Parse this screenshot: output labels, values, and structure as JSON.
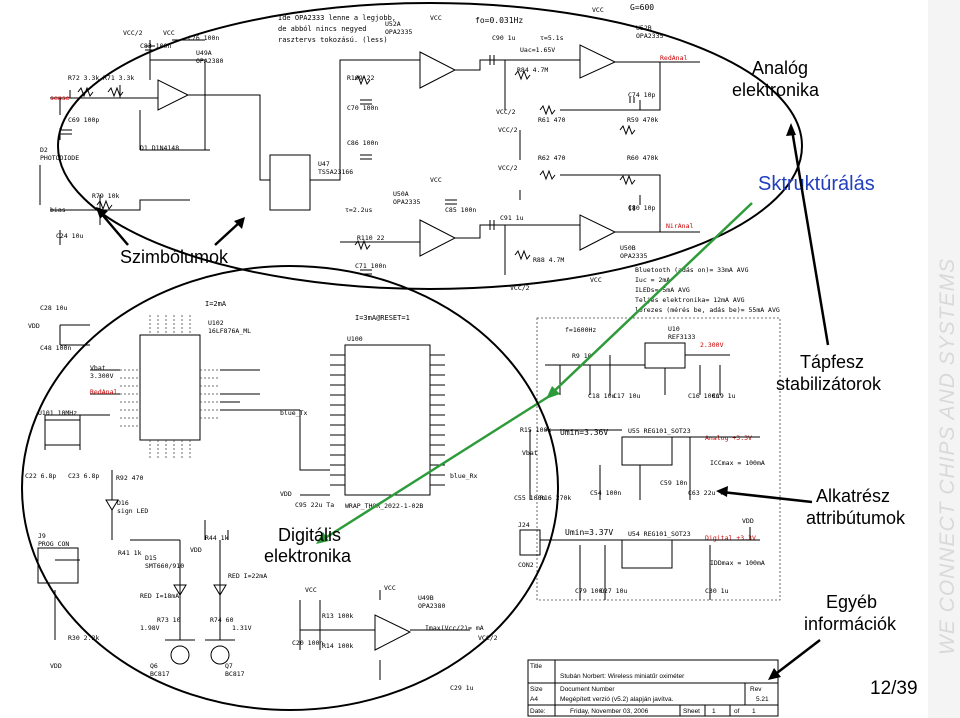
{
  "annotations": {
    "analog": [
      "Analóg",
      "elektronika"
    ],
    "structure": "Sktruktúrálás",
    "symbols": "Szimbólumok",
    "power": [
      "Tápfesz",
      "stabilizátorok"
    ],
    "digital": [
      "Digitális",
      "elektronika"
    ],
    "attributes": [
      "Alkatrész",
      "attribútumok"
    ],
    "other": [
      "Egyéb",
      "információk"
    ]
  },
  "side_text": "WE CONNECT CHIPS AND SYSTEMS",
  "page_number": "12/39",
  "schematic": {
    "note_lines": [
      "Ide OPA2333 lenne a legjobb,",
      "de abból nincs negyed",
      "rasztervs tokozású. (less)"
    ],
    "freq": "fo=0.031Hz",
    "gain": "G=600",
    "bt_notes": [
      "Bluetooth (adás on)= 33mA AVG",
      "Iuc = 2mA",
      "ILEDs= 5mA AVG",
      "Teljes elektronika= 12mA AVG",
      "lorezes (mérés be, adás be)= 55mA AVG"
    ],
    "i2ma": "I=2mA",
    "i3ma": "I=3mA@RESET=1",
    "umin1": "Umin=3.36V",
    "umin2": "Umin=3.37V",
    "icc1": "ICCmax = 100mA",
    "icc2": "IDDmax = 100mA",
    "imax": "Imax(Vcc/2)= mA",
    "f1600": "f=1600Hz",
    "refcap": "2.300V",
    "u10": [
      "U10",
      "REF3133"
    ],
    "u55": "U55 REG101_SOT23",
    "u54": "U54 REG101_SOT23",
    "u100": [
      "U100",
      "WRAP_THOR_2022-1-02B"
    ],
    "u102": [
      "U102",
      "16LF876A_ML"
    ],
    "u52a": [
      "U52A",
      "OPA2335"
    ],
    "u52b": [
      "U52B",
      "OPA2335"
    ],
    "u49a": [
      "U49A",
      "OPA2380"
    ],
    "u49b": [
      "U49B",
      "OPA2380"
    ],
    "u50a": [
      "U50A",
      "OPA2335"
    ],
    "u50b": [
      "U50B",
      "OPA2335"
    ],
    "u47": [
      "U47",
      "TS5A23166"
    ],
    "d15": [
      "D15",
      "SMT660/910"
    ],
    "d2": [
      "D2",
      "PHOTODIODE"
    ],
    "d16": [
      "D16",
      "sign LED"
    ],
    "j9": [
      "J9",
      "PROG CON"
    ],
    "j24": [
      "J24",
      "CON2"
    ],
    "q6": [
      "Q6",
      "BC817"
    ],
    "q7": [
      "Q7",
      "BC817"
    ],
    "labels": {
      "vcc": "VCC",
      "vdd": "VDD",
      "vcc2": "VCC/2",
      "vbat": "Vbat",
      "sense": "sense",
      "bias": "bias",
      "redanal": "RedAnal",
      "niranal": "NirAnal",
      "bluetx": "blue_Tx",
      "bluerx": "blue_Rx",
      "analog33": "Analog +3.3V",
      "digital33": "Digital +3.3V",
      "vbat2": "3.300V",
      "red_i": "RED I=18mA",
      "ir_i": "RED I=22mA",
      "v1": "1.98V",
      "v2": "1.31V",
      "r110": "R110",
      "r84": "R84",
      "r88": "R88"
    },
    "resistors": [
      "R72 3.3k",
      "R71 3.3k",
      "R79 10k",
      "R109 22",
      "R110 22",
      "R84 4.7M",
      "R88 4.7M",
      "R61 470",
      "R62 470",
      "R59 470k",
      "R60 470k",
      "R92 470",
      "R41 1k",
      "R44 1k",
      "R73 10",
      "R74 60",
      "R30 2.2k",
      "R13 100k",
      "R14 100k",
      "R15 100k",
      "R16 270k",
      "R9 10"
    ],
    "caps": [
      "C83 100n",
      "C76 100n",
      "C69 100p",
      "C70 100n",
      "C86 100n",
      "C71 100n",
      "C85 100n",
      "C90 1u",
      "C91 1u",
      "C74 10p",
      "C80 10p",
      "C24 10u",
      "C28 10u",
      "C48 100n",
      "C22 6.8p",
      "C23 6.8p",
      "C95 22u Ta",
      "C20 100n",
      "C29 1u",
      "C18 10u",
      "C17 10u",
      "C16 100n",
      "C19 1u",
      "C54 100n",
      "C59 10n",
      "C63 22u Ta",
      "C55 100n",
      "C79 100n",
      "C27 10u",
      "C30 1u"
    ],
    "diode_d1": "D1 D1N4148",
    "osc": "U101 10MHz",
    "tau1": "τ=5.1s",
    "tau2": "τ=2.2us",
    "uac": "Uac=1.65V",
    "title_block": {
      "title_label": "Title",
      "title_value": "Stubán Norbert: Wireless miniatűr oximéter",
      "size_label": "Size",
      "docnum_label": "Document Number",
      "size_value": "A4",
      "doc_value": "Megépített verzió (v5.2) alapján javítva.",
      "rev_label": "Rev",
      "rev_value": "5.21",
      "date_label": "Date:",
      "date_value": "Friday, November 03, 2006",
      "sheet_label": "Sheet",
      "sheet_value": "1",
      "of_label": "of",
      "of_value": "1"
    }
  }
}
